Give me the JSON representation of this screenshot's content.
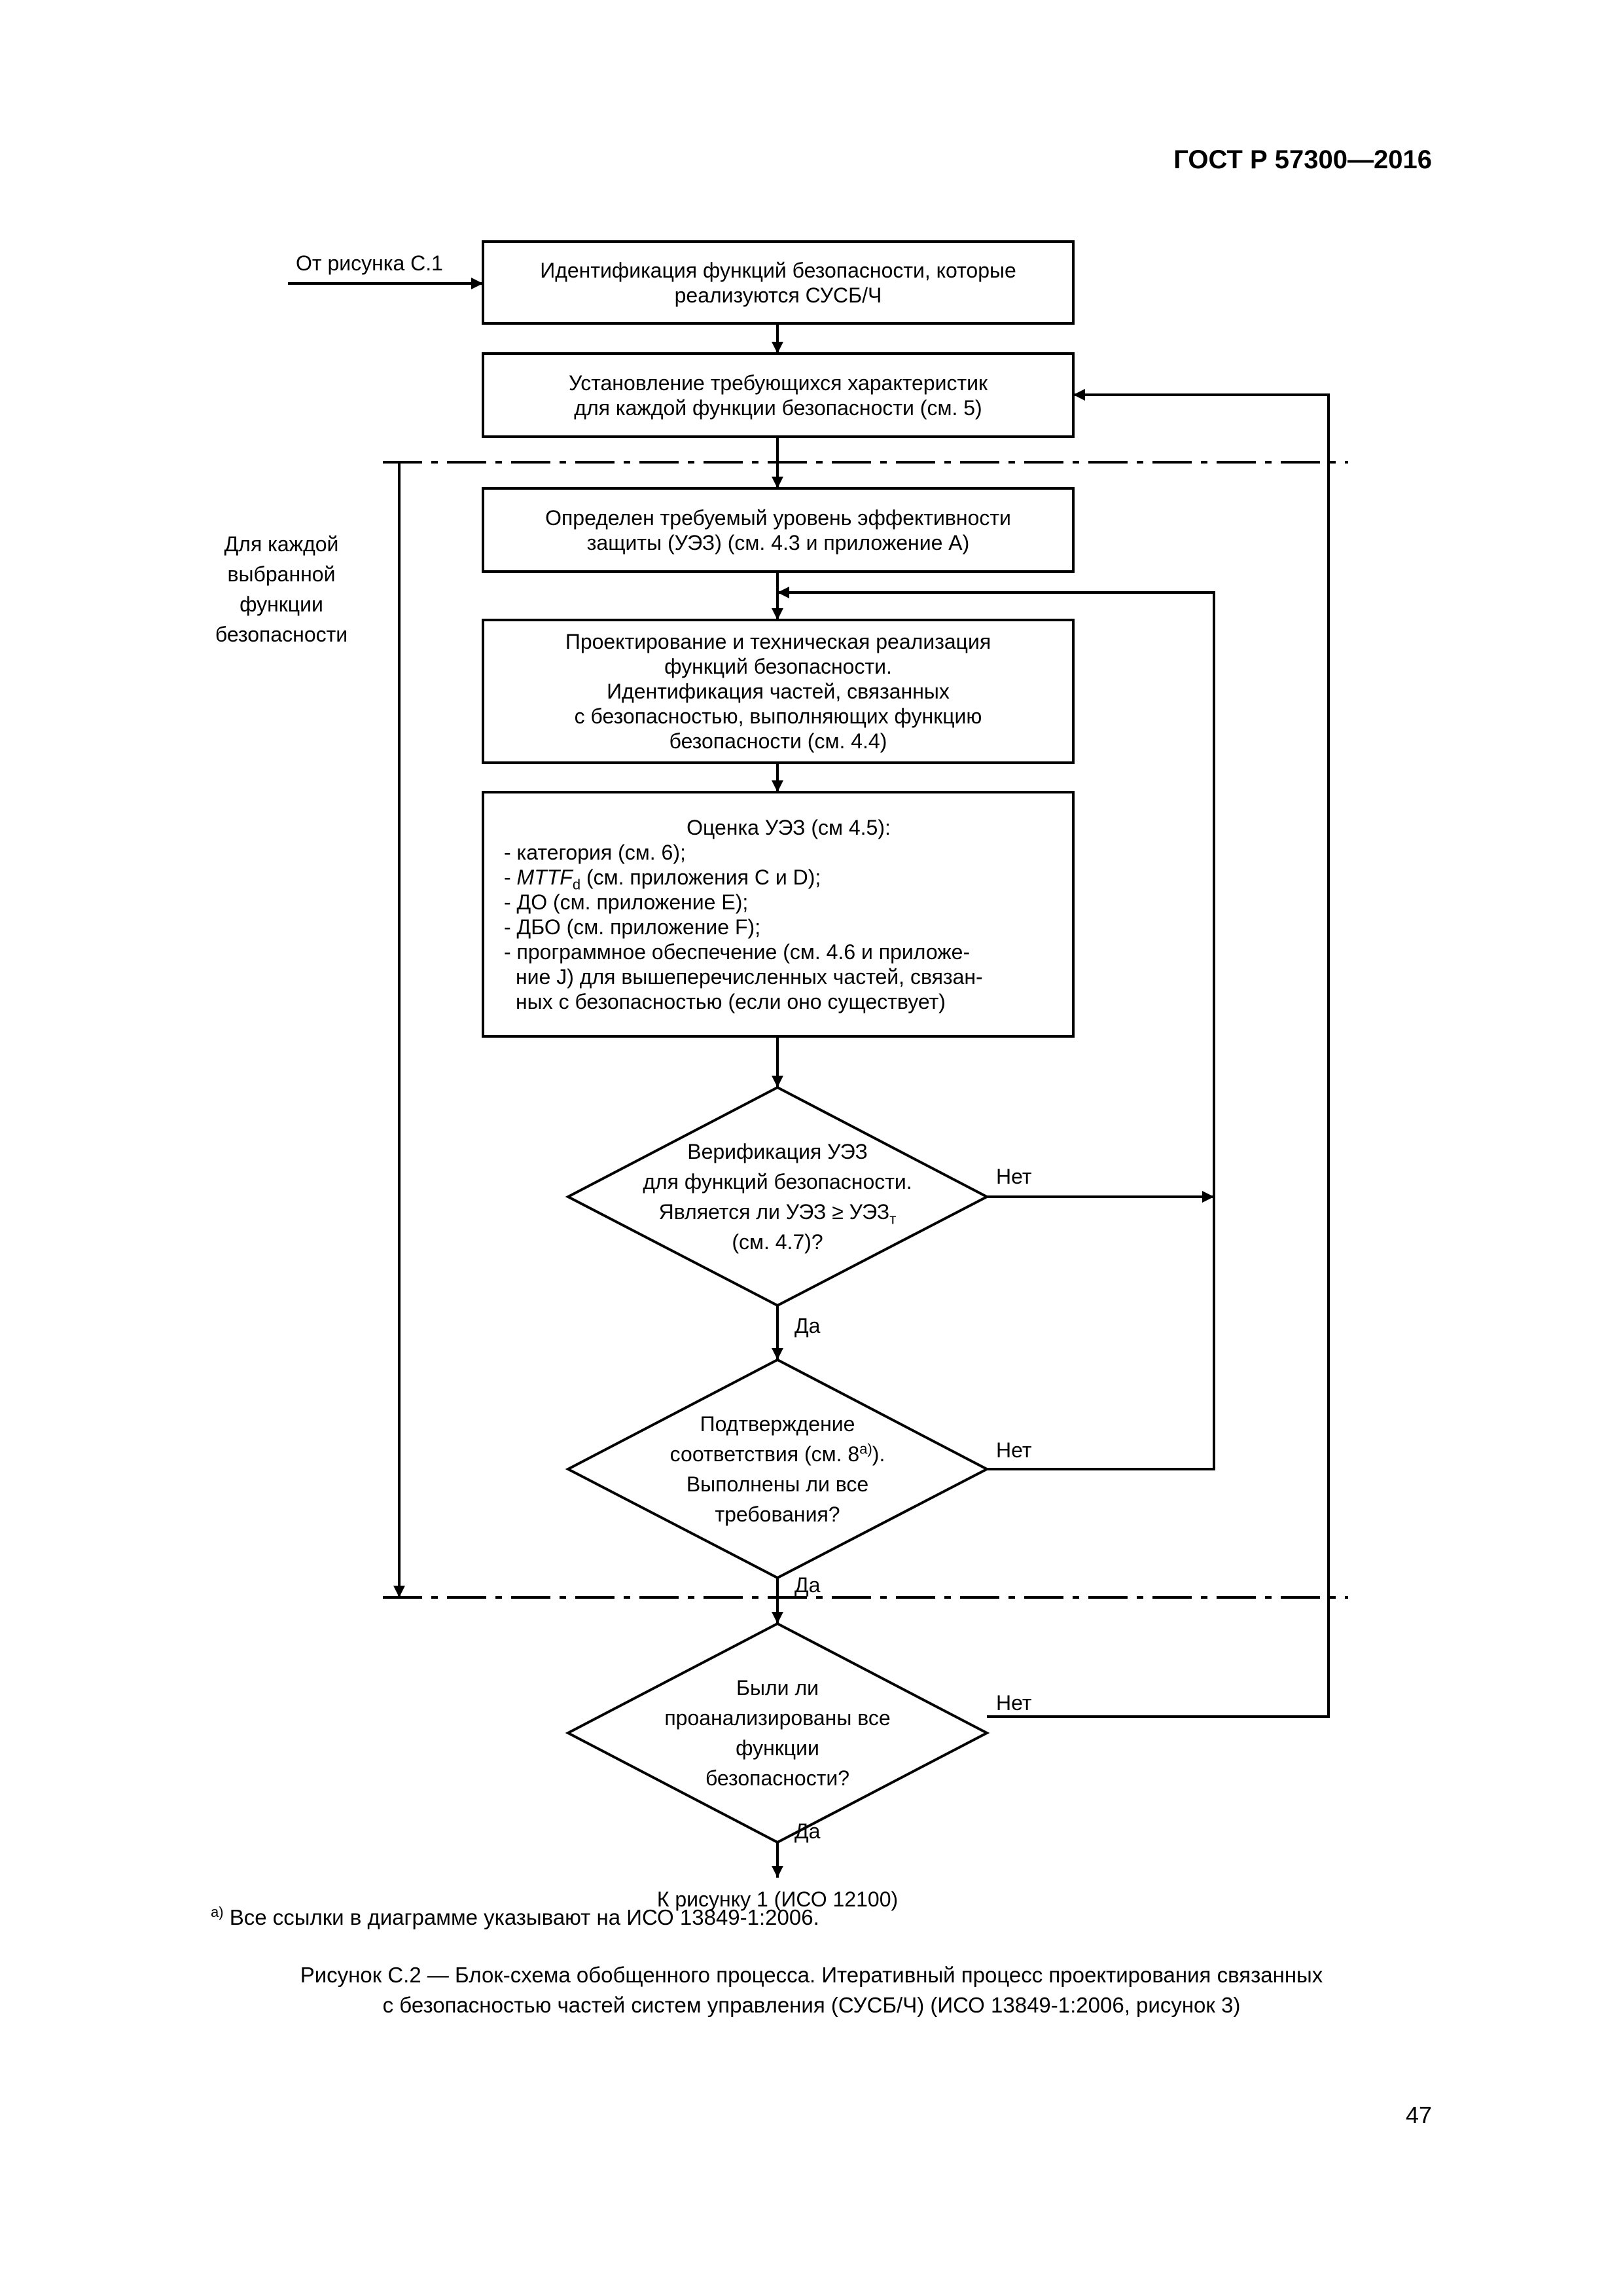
{
  "header": {
    "doc_id": "ГОСТ Р 57300—2016"
  },
  "flowchart": {
    "from_label": "От рисунка С.1",
    "box1": [
      "Идентификация функций безопасности, которые",
      "реализуются СУСБ/Ч"
    ],
    "box2": [
      "Установление требующихся характеристик",
      "для каждой функции безопасности (см. 5)"
    ],
    "box3": [
      "Определен требуемый уровень эффективности",
      "защиты (УЭЗ) (см. 4.3 и приложение А)"
    ],
    "box4": [
      "Проектирование и техническая реализация",
      "функций безопасности.",
      "Идентификация частей, связанных",
      "с безопасностью, выполняющих функцию",
      "безопасности (см. 4.4)"
    ],
    "box5": {
      "title": "Оценка УЭЗ (см 4.5):",
      "item1": "- категория (см. 6);",
      "item2_prefix": "- ",
      "item2_italic": "MTTF",
      "item2_sub": "d",
      "item2_rest": " (см. приложения С  и D);",
      "item3": "- ДО (см. приложение Е);",
      "item4": "- ДБО (см. приложение F);",
      "item5": "- программное обеспечение (см. 4.6 и приложе-",
      "item6": "ние J) для вышеперечисленных частей, связан-",
      "item7": "ных с безопасностью (если оно существует)"
    },
    "diamond1": {
      "l1": "Верификация УЭЗ",
      "l2": "для функций безопасности.",
      "l3": "Является ли УЭЗ ≥ УЭЗ",
      "l3_sub": "т",
      "l4": "(см. 4.7)?"
    },
    "diamond2": {
      "l1": "Подтверждение",
      "l2": "соответствия (см. 8",
      "l2_sup": "а)",
      "l2_end": ").",
      "l3": "Выполнены ли все",
      "l4": "требования?"
    },
    "diamond3": {
      "l1": "Были ли",
      "l2": "проанализированы все",
      "l3": "функции",
      "l4": "безопасности?"
    },
    "no_label": "Нет",
    "yes_label": "Да",
    "side_label": [
      "Для каждой",
      "выбранной",
      "функции",
      "безопасности"
    ],
    "to_label": "К рисунку 1 (ИСО 12100)"
  },
  "footnote": {
    "mark": "а)",
    "text": " Все ссылки в диаграмме указывают на ИСО 13849-1:2006."
  },
  "caption": [
    "Рисунок С.2 — Блок-схема обобщенного процесса. Итеративный процесс проектирования связанных",
    "с безопасностью частей систем управления (СУСБ/Ч) (ИСО 13849-1:2006, рисунок 3)"
  ],
  "page_number": "47"
}
